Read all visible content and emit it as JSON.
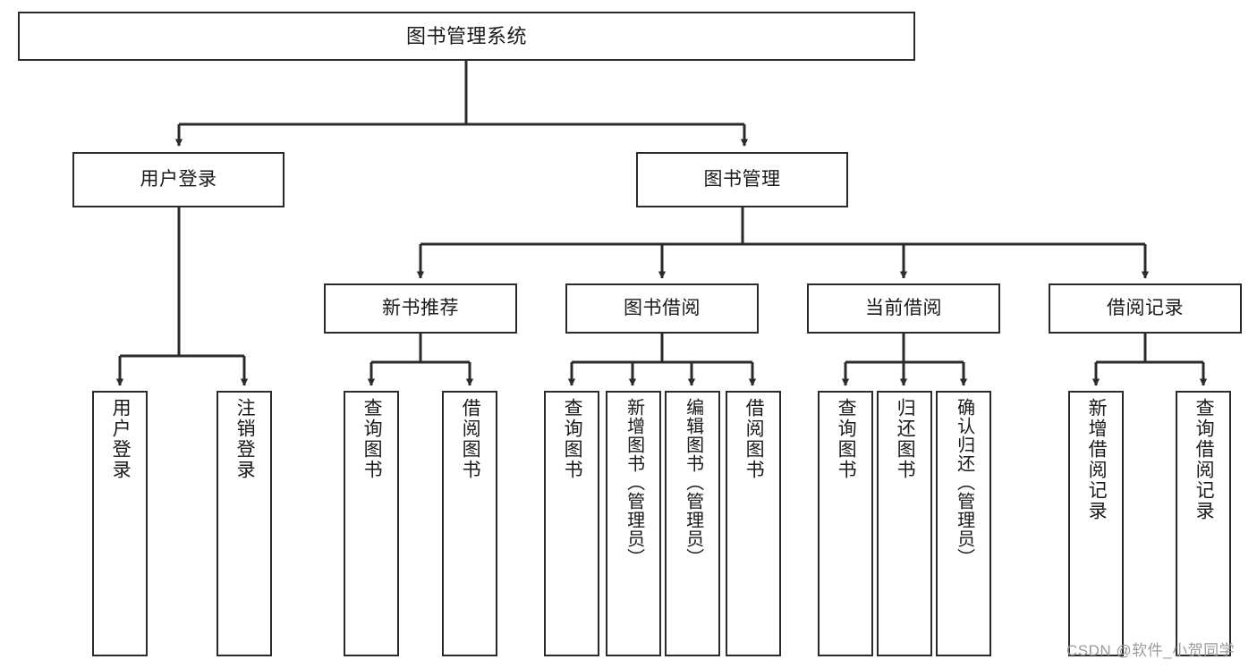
{
  "diagram": {
    "type": "tree",
    "title": "图书管理系统",
    "orientation": "top-down",
    "edge_color": "#2b2b2b",
    "box_border_color": "#2b2b2b",
    "box_fill_color": "#ffffff",
    "text_color": "#1a1a1a"
  },
  "nodes": {
    "root": {
      "label": "图书管理系统"
    },
    "level2": [
      {
        "label": "用户登录"
      },
      {
        "label": "图书管理"
      }
    ],
    "level3": [
      {
        "label": "新书推荐"
      },
      {
        "label": "图书借阅"
      },
      {
        "label": "当前借阅"
      },
      {
        "label": "借阅记录"
      }
    ],
    "leaves": {
      "user_login": [
        {
          "label": "用户登录"
        },
        {
          "label": "注销登录"
        }
      ],
      "new_book_recommend": [
        {
          "label": "查询图书"
        },
        {
          "label": "借阅图书"
        }
      ],
      "book_borrow": [
        {
          "label": "查询图书"
        },
        {
          "label": "新增图书（管理员）"
        },
        {
          "label": "编辑图书（管理员）"
        },
        {
          "label": "借阅图书"
        }
      ],
      "current_borrow": [
        {
          "label": "查询图书"
        },
        {
          "label": "归还图书"
        },
        {
          "label": "确认归还（管理员）"
        }
      ],
      "borrow_record": [
        {
          "label": "新增借阅记录"
        },
        {
          "label": "查询借阅记录"
        }
      ]
    }
  },
  "watermark": {
    "text": "CSDN @软件_小贺同学",
    "color": "#9a9a9a"
  }
}
